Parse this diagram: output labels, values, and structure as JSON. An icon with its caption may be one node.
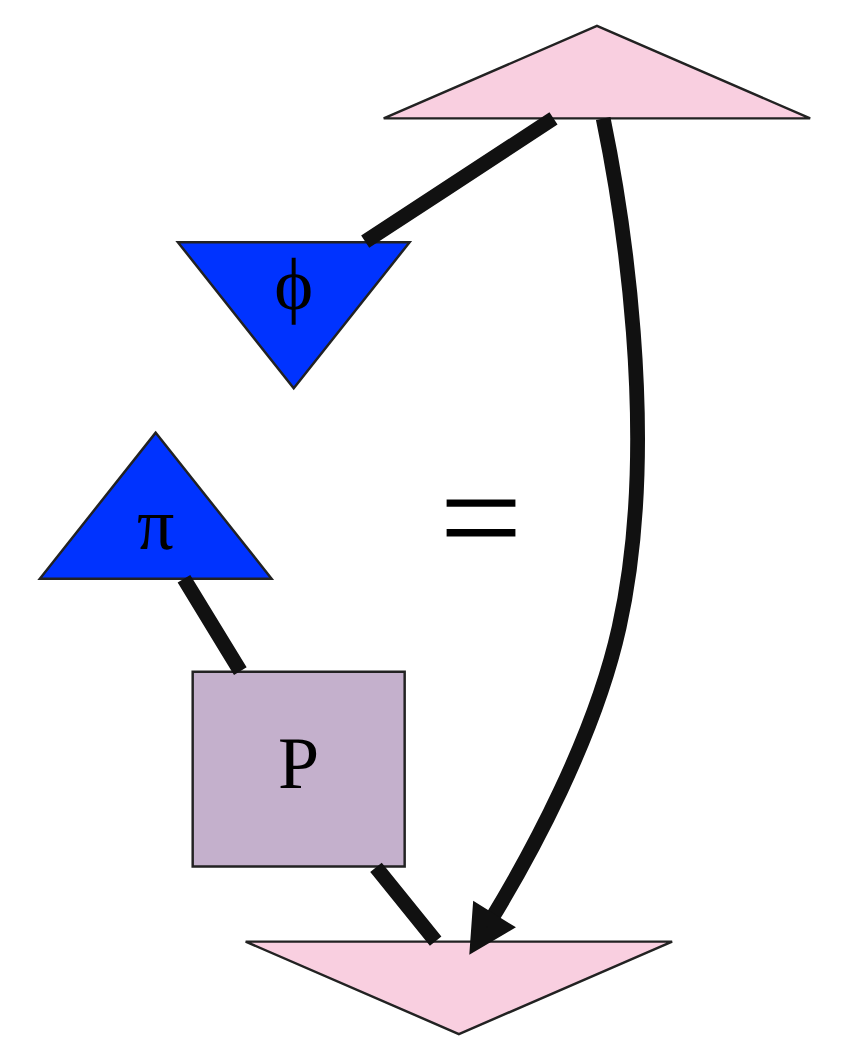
{
  "diagram": {
    "nodes": [
      {
        "text": [],
        "shape": "triangle"
      },
      {
        "text": [
          "ϕ"
        ]
      },
      {
        "text": [
          "π"
        ]
      },
      {
        "text": [
          "P"
        ]
      },
      {
        "text": [],
        "shape": "triangle"
      }
    ],
    "edges": [
      {
        "from": 0,
        "to": 4,
        "arrow": "to"
      },
      {
        "from": 0,
        "to": 1,
        "arrow": "none"
      },
      {
        "from": 2,
        "to": 3,
        "arrow": "none"
      },
      {
        "from": 3,
        "to": 4,
        "arrow": "none"
      }
    ],
    "labels": [
      "="
    ]
  }
}
